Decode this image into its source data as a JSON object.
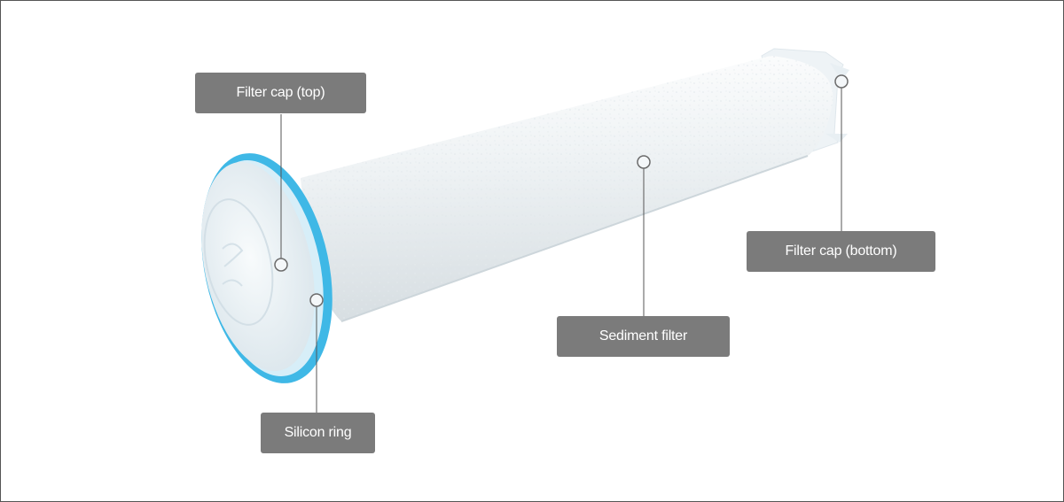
{
  "labels": {
    "filter_cap_top": "Filter cap (top)",
    "filter_cap_bottom": "Filter cap (bottom)",
    "sediment_filter": "Sediment filter",
    "silicon_ring": "Silicon ring"
  },
  "colors": {
    "label_bg": "#7b7b7b",
    "label_text": "#ffffff",
    "leader_line": "#555555",
    "ring_blue": "#3fb8e6",
    "filter_body": "#e9eef1",
    "cap": "#eef3f6"
  }
}
